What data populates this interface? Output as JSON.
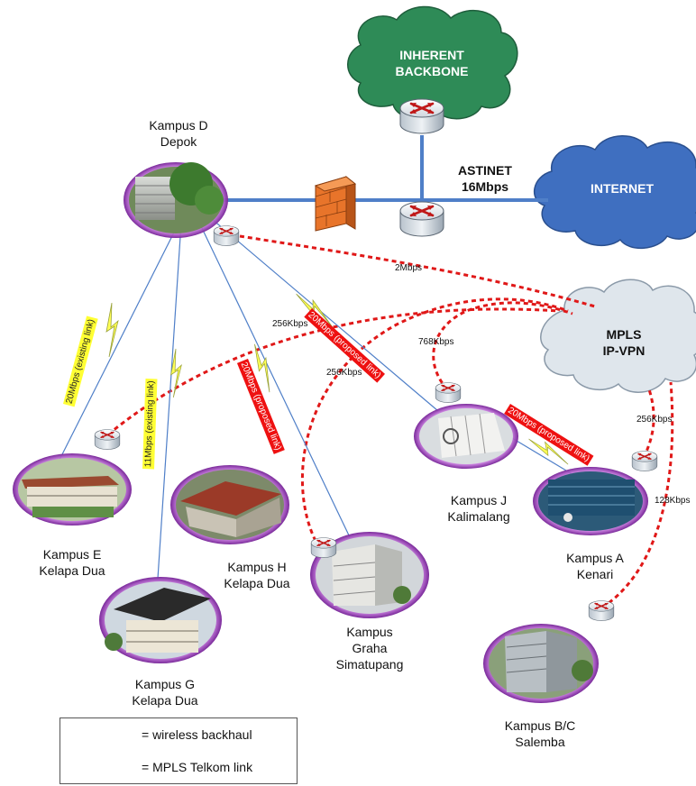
{
  "clouds": {
    "inherent": {
      "line1": "INHERENT",
      "line2": "BACKBONE",
      "color": "#2e8b57"
    },
    "internet": {
      "label": "INTERNET",
      "color": "#3f6fc0"
    },
    "mpls": {
      "line1": "MPLS",
      "line2": "IP-VPN",
      "color": "#dfe6ec"
    }
  },
  "astinet": {
    "line1": "ASTINET",
    "line2": "16Mbps"
  },
  "campuses": {
    "d": {
      "line1": "Kampus D",
      "line2": "Depok"
    },
    "e": {
      "line1": "Kampus E",
      "line2": "Kelapa Dua"
    },
    "g": {
      "line1": "Kampus G",
      "line2": "Kelapa Dua"
    },
    "h": {
      "line1": "Kampus H",
      "line2": "Kelapa Dua"
    },
    "graha": {
      "line1": "Kampus",
      "line2": "Graha",
      "line3": "Simatupang"
    },
    "j": {
      "line1": "Kampus J",
      "line2": "Kalimalang"
    },
    "a": {
      "line1": "Kampus A",
      "line2": "Kenari"
    },
    "bc": {
      "line1": "Kampus B/C",
      "line2": "Salemba"
    }
  },
  "links": {
    "depok_mpls": "2Mbps",
    "e_mpls": "256Kbps",
    "graha_mpls": "256Kbps",
    "j_mpls": "768Kbps",
    "a_mpls": "256Kbps",
    "bc_mpls": "128Kbps"
  },
  "wireless_tags": {
    "e": "20Mbps (existing link)",
    "g": "11Mbps (existing link)",
    "j": "20Mbps (proposed link)",
    "graha": "20Mbps (proposed link)",
    "a": "20Mbps (proposed link)"
  },
  "legend": {
    "wireless": "= wireless backhaul",
    "mpls": "= MPLS Telkom link"
  }
}
